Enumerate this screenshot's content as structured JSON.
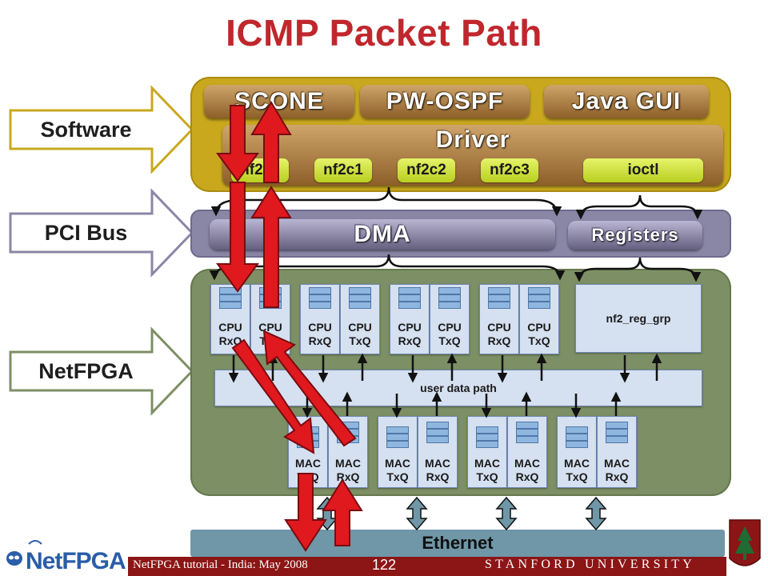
{
  "title": "ICMP Packet Path",
  "layers": {
    "software": "Software",
    "pci_bus": "PCI Bus",
    "netfpga": "NetFPGA"
  },
  "software": {
    "apps": [
      "SCONE",
      "PW-OSPF",
      "Java GUI"
    ],
    "driver": "Driver",
    "interfaces": [
      "nf2c0",
      "nf2c1",
      "nf2c2",
      "nf2c3",
      "ioctl"
    ]
  },
  "pci": {
    "dma": "DMA",
    "registers": "Registers"
  },
  "netfpga": {
    "cpu_queues": [
      {
        "rx": "CPU\nRxQ",
        "tx": "CPU\nTxQ"
      },
      {
        "rx": "CPU\nRxQ",
        "tx": "CPU\nTxQ"
      },
      {
        "rx": "CPU\nRxQ",
        "tx": "CPU\nTxQ"
      },
      {
        "rx": "CPU\nRxQ",
        "tx": "CPU\nTxQ"
      }
    ],
    "reg_grp": "nf2_reg_grp",
    "user_data_path": "user data path",
    "mac_queues": [
      {
        "tx": "MAC\nTxQ",
        "rx": "MAC\nRxQ"
      },
      {
        "tx": "MAC\nTxQ",
        "rx": "MAC\nRxQ"
      },
      {
        "tx": "MAC\nTxQ",
        "rx": "MAC\nRxQ"
      },
      {
        "tx": "MAC\nTxQ",
        "rx": "MAC\nRxQ"
      }
    ]
  },
  "ethernet": "Ethernet",
  "footer": {
    "tutorial": "NetFPGA tutorial - India: May 2008",
    "page": "122",
    "university": "STANFORD UNIVERSITY"
  },
  "logo": {
    "text": "NetFPGA"
  },
  "colors": {
    "title": "#c0272d",
    "software_panel": "#c9a81e",
    "pci_panel": "#8a86a6",
    "netfpga_panel": "#7d8f64",
    "packet_arrow": "#e0191f",
    "footer": "#8c1515"
  }
}
